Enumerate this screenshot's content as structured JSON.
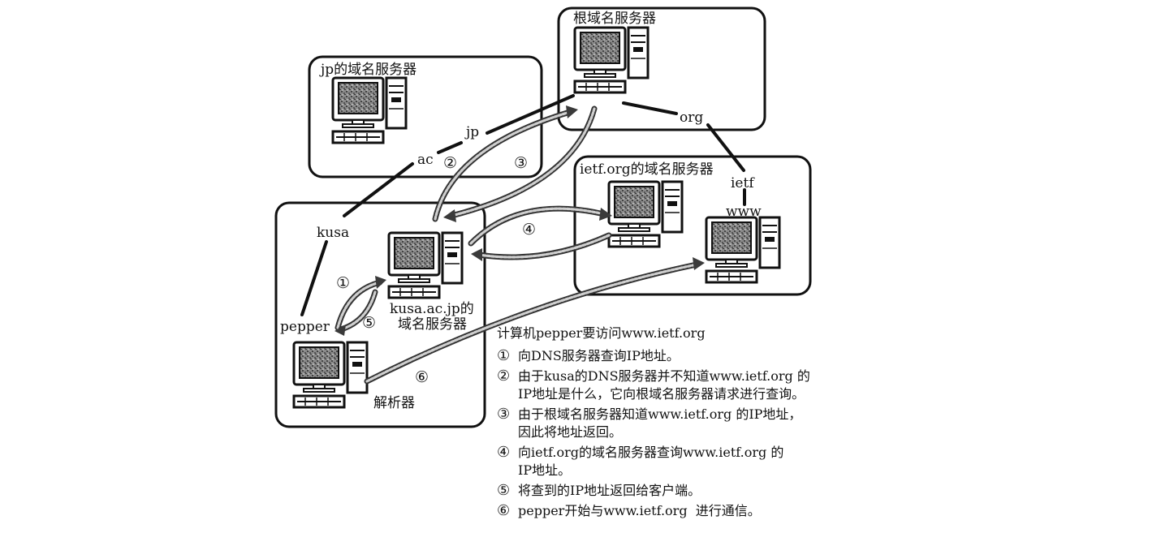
{
  "title": "计算机pepper要访问www.ietf.org",
  "boxes": {
    "root": "根域名服务器",
    "jp": "jp的域名服务器",
    "ietf": "ietf.org的域名服务器",
    "kusa_line1": "kusa.ac.jp的",
    "kusa_line2": "域名服务器",
    "resolver": "解析器"
  },
  "nodes": {
    "org": "org",
    "jp": "jp",
    "ac": "ac",
    "kusa": "kusa",
    "pepper": "pepper",
    "ietf": "ietf",
    "www": "www"
  },
  "markers": {
    "m1": "①",
    "m2": "②",
    "m3": "③",
    "m4": "④",
    "m5": "⑤",
    "m6": "⑥"
  },
  "steps": [
    {
      "mark": "①",
      "text": "向DNS服务器查询IP地址。"
    },
    {
      "mark": "②",
      "text": "由于kusa的DNS服务器并不知道www.ietf.org 的\nIP地址是什么，它向根域名服务器请求进行查询。"
    },
    {
      "mark": "③",
      "text": "由于根域名服务器知道www.ietf.org 的IP地址，\n因此将地址返回。"
    },
    {
      "mark": "④",
      "text": "向ietf.org的域名服务器查询www.ietf.org 的\nIP地址。"
    },
    {
      "mark": "⑤",
      "text": "将查到的IP地址返回给客户端。"
    },
    {
      "mark": "⑥",
      "text": "pepper开始与www.ietf.org  进行通信。"
    }
  ]
}
